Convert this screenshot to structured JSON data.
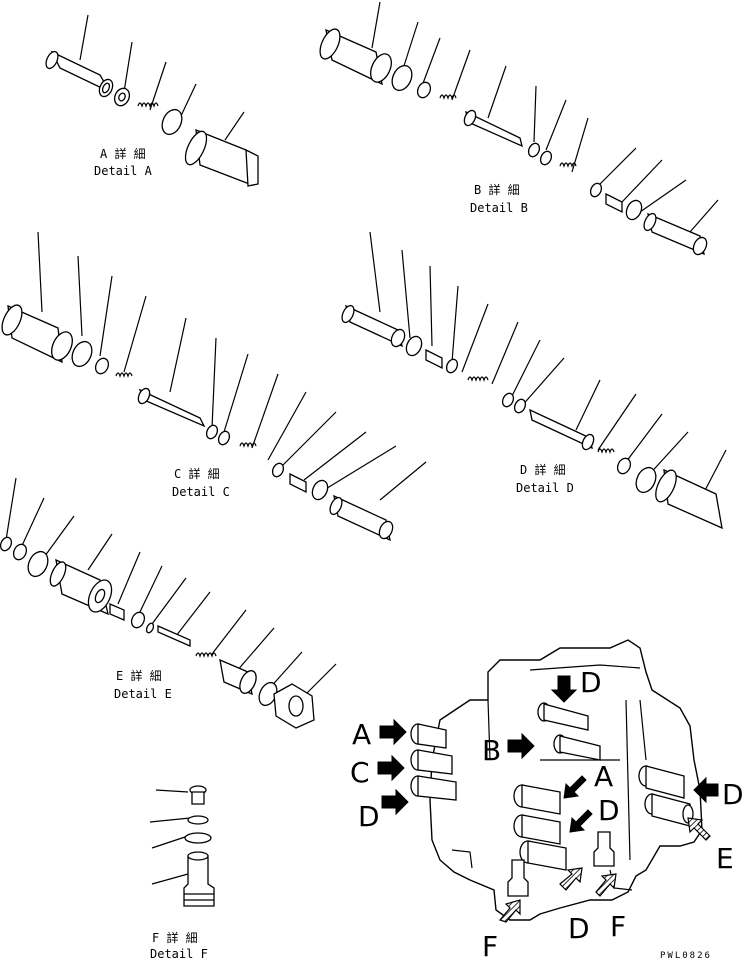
{
  "details": {
    "a": {
      "jp": "A 詳 細",
      "en": "Detail A"
    },
    "b": {
      "jp": "B 詳 細",
      "en": "Detail B"
    },
    "c": {
      "jp": "C 詳 細",
      "en": "Detail C"
    },
    "d": {
      "jp": "D 詳 細",
      "en": "Detail D"
    },
    "e": {
      "jp": "E 詳 細",
      "en": "Detail E"
    },
    "f": {
      "jp": "F 詳 細",
      "en": "Detail F"
    }
  },
  "assembly_labels": {
    "a_left": "A",
    "c_left": "C",
    "d_left": "D",
    "b_mid": "B",
    "a_mid": "A",
    "d_mid": "D",
    "d_top": "D",
    "d_right": "D",
    "e_right": "E",
    "f_bottom_left": "F",
    "d_bottom": "D",
    "f_bottom_right": "F"
  },
  "drawing_code": "PWL0826"
}
